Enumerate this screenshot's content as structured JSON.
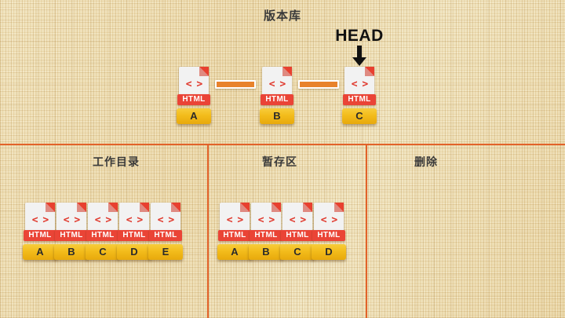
{
  "repository": {
    "title": "版本库",
    "head_label": "HEAD",
    "commits": [
      {
        "tag": "A",
        "icon": "html-file-icon",
        "badge": "HTML",
        "code": "< >"
      },
      {
        "tag": "B",
        "icon": "html-file-icon",
        "badge": "HTML",
        "code": "< >"
      },
      {
        "tag": "C",
        "icon": "html-file-icon",
        "badge": "HTML",
        "code": "< >"
      }
    ]
  },
  "sections": [
    {
      "title": "工作目录"
    },
    {
      "title": "暂存区"
    },
    {
      "title": "删除"
    }
  ],
  "working_directory": {
    "title": "工作目录",
    "files": [
      {
        "tag": "A",
        "badge": "HTML",
        "code": "< >"
      },
      {
        "tag": "B",
        "badge": "HTML",
        "code": "< >"
      },
      {
        "tag": "C",
        "badge": "HTML",
        "code": "< >"
      },
      {
        "tag": "D",
        "badge": "HTML",
        "code": "< >"
      },
      {
        "tag": "E",
        "badge": "HTML",
        "code": "< >"
      }
    ]
  },
  "staging_area": {
    "title": "暂存区",
    "files": [
      {
        "tag": "A",
        "badge": "HTML",
        "code": "< >"
      },
      {
        "tag": "B",
        "badge": "HTML",
        "code": "< >"
      },
      {
        "tag": "C",
        "badge": "HTML",
        "code": "< >"
      },
      {
        "tag": "D",
        "badge": "HTML",
        "code": "< >"
      }
    ]
  },
  "deleted_area": {
    "title": "删除",
    "files": []
  },
  "colors": {
    "divider": "#e2622a",
    "connector": "#e8822c",
    "tag": "#f3bc1b",
    "badge": "#ea4436",
    "background": "#e9d6a8",
    "text": "#3a3a3a"
  }
}
